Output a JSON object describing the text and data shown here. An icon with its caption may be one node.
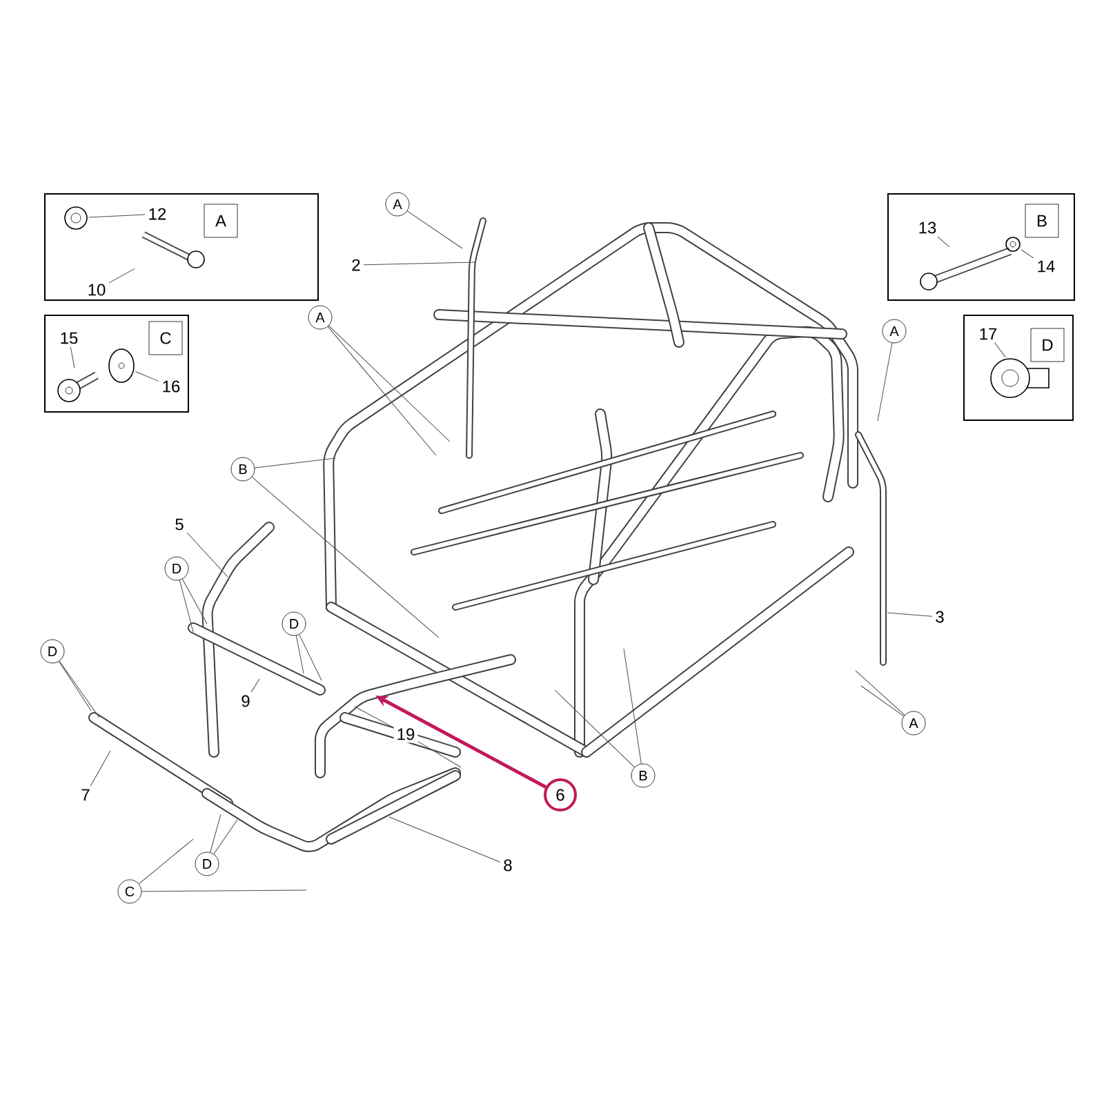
{
  "diagram": {
    "nodes": [
      {
        "text": [],
        "shape": "box"
      },
      {
        "text": [
          "A"
        ],
        "in": 0
      },
      {
        "text": [
          "12"
        ],
        "in": 0
      },
      {
        "text": [
          "10"
        ],
        "in": 0
      },
      {
        "text": [],
        "shape": "box"
      },
      {
        "text": [
          "C"
        ],
        "in": 4
      },
      {
        "text": [
          "15"
        ],
        "in": 4
      },
      {
        "text": [
          "16"
        ],
        "in": 4
      },
      {
        "text": [],
        "shape": "box"
      },
      {
        "text": [
          "B"
        ],
        "in": 8
      },
      {
        "text": [
          "13"
        ],
        "in": 8
      },
      {
        "text": [
          "14"
        ],
        "in": 8
      },
      {
        "text": [],
        "shape": "box"
      },
      {
        "text": [
          "D"
        ],
        "in": 12
      },
      {
        "text": [
          "17"
        ],
        "in": 12
      },
      {
        "text": [
          "A"
        ]
      },
      {
        "text": [
          "2"
        ]
      },
      {
        "text": [
          "A"
        ]
      },
      {
        "text": [
          "A"
        ]
      },
      {
        "text": [
          "B"
        ]
      },
      {
        "text": [
          "5"
        ]
      },
      {
        "text": [
          "D"
        ]
      },
      {
        "text": [
          "D"
        ]
      },
      {
        "text": [
          "D"
        ]
      },
      {
        "text": [
          "9"
        ]
      },
      {
        "text": [
          "19"
        ]
      },
      {
        "text": [
          "6"
        ]
      },
      {
        "text": [
          "B"
        ]
      },
      {
        "text": [
          "3"
        ]
      },
      {
        "text": [
          "A"
        ]
      },
      {
        "text": [
          "7"
        ]
      },
      {
        "text": [
          "D"
        ]
      },
      {
        "text": [
          "8"
        ]
      },
      {
        "text": [
          "C"
        ]
      },
      {
        "text": [],
        "shape": "picture",
        "in": 0
      },
      {
        "text": [],
        "shape": "picture",
        "in": 0
      },
      {
        "text": [],
        "shape": "picture",
        "in": 4
      },
      {
        "text": [],
        "shape": "picture",
        "in": 4
      },
      {
        "text": [],
        "shape": "picture",
        "in": 8
      },
      {
        "text": [],
        "shape": "picture",
        "in": 8
      },
      {
        "text": [],
        "shape": "picture",
        "in": 12
      }
    ],
    "edges": [
      {
        "from": 2,
        "to": 34,
        "arrow": "none"
      },
      {
        "from": 3,
        "to": 35,
        "arrow": "none"
      },
      {
        "from": 6,
        "to": 36,
        "arrow": "none"
      },
      {
        "from": 7,
        "to": 37,
        "arrow": "none"
      },
      {
        "from": 10,
        "to": 38,
        "arrow": "none"
      },
      {
        "from": 11,
        "to": 39,
        "arrow": "none"
      },
      {
        "from": 14,
        "to": 40,
        "arrow": "none"
      },
      {
        "from": 15,
        "to": null,
        "arrow": "none"
      },
      {
        "from": 16,
        "to": null,
        "arrow": "none"
      },
      {
        "from": 17,
        "to": null,
        "arrow": "none"
      },
      {
        "from": 17,
        "to": null,
        "arrow": "none"
      },
      {
        "from": 18,
        "to": null,
        "arrow": "none"
      },
      {
        "from": 19,
        "to": null,
        "arrow": "none"
      },
      {
        "from": 19,
        "to": null,
        "arrow": "none"
      },
      {
        "from": 20,
        "to": null,
        "arrow": "none"
      },
      {
        "from": 21,
        "to": null,
        "arrow": "none"
      },
      {
        "from": 21,
        "to": null,
        "arrow": "none"
      },
      {
        "from": 22,
        "to": null,
        "arrow": "none"
      },
      {
        "from": 22,
        "to": null,
        "arrow": "none"
      },
      {
        "from": 23,
        "to": null,
        "arrow": "none"
      },
      {
        "from": 23,
        "to": null,
        "arrow": "none"
      },
      {
        "from": 24,
        "to": null,
        "arrow": "none"
      },
      {
        "from": 25,
        "to": null,
        "arrow": "none"
      },
      {
        "from": 25,
        "to": null,
        "arrow": "none"
      },
      {
        "from": 26,
        "to": null,
        "arrow": "to",
        "style": "thick",
        "color": "#c2185b"
      },
      {
        "from": 27,
        "to": null,
        "arrow": "none"
      },
      {
        "from": 27,
        "to": null,
        "arrow": "none"
      },
      {
        "from": 28,
        "to": null,
        "arrow": "none"
      },
      {
        "from": 29,
        "to": null,
        "arrow": "none"
      },
      {
        "from": 29,
        "to": null,
        "arrow": "none"
      },
      {
        "from": 30,
        "to": null,
        "arrow": "none"
      },
      {
        "from": 31,
        "to": null,
        "arrow": "none"
      },
      {
        "from": 31,
        "to": null,
        "arrow": "none"
      },
      {
        "from": 32,
        "to": null,
        "arrow": "none"
      },
      {
        "from": 33,
        "to": null,
        "arrow": "none"
      },
      {
        "from": 33,
        "to": null,
        "arrow": "none"
      }
    ]
  }
}
